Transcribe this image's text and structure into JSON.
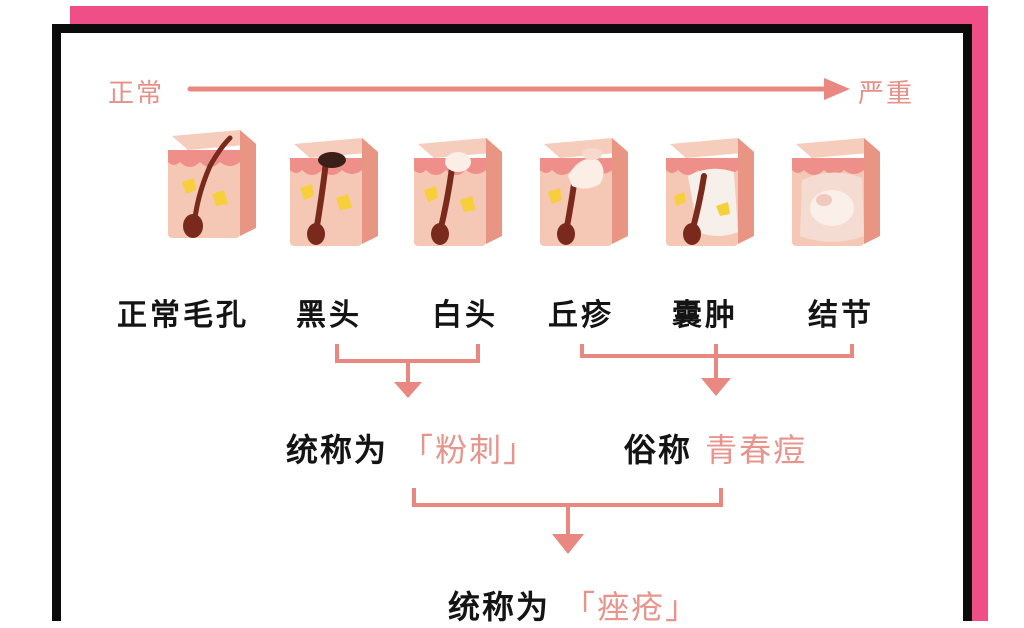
{
  "severity_scale": {
    "start_label": "正常",
    "end_label": "严重"
  },
  "stages": [
    {
      "label": "正常毛孔"
    },
    {
      "label": "黑头"
    },
    {
      "label": "白头"
    },
    {
      "label": "丘疹"
    },
    {
      "label": "囊肿"
    },
    {
      "label": "结节"
    }
  ],
  "groups": {
    "group_one": {
      "prefix": "统称为",
      "term": "「粉刺」"
    },
    "group_two": {
      "prefix": "俗称",
      "term": "青春痘"
    },
    "final": {
      "prefix": "统称为",
      "term": "「痤疮」"
    }
  },
  "colors": {
    "frame_pink": "#f04e86",
    "frame_black": "#0b0b0b",
    "accent": "#e8948c",
    "arrow": "#e98781",
    "skin": "#f2b7a6",
    "fat": "#f7cf3c",
    "hair": "#7a2a1c"
  }
}
